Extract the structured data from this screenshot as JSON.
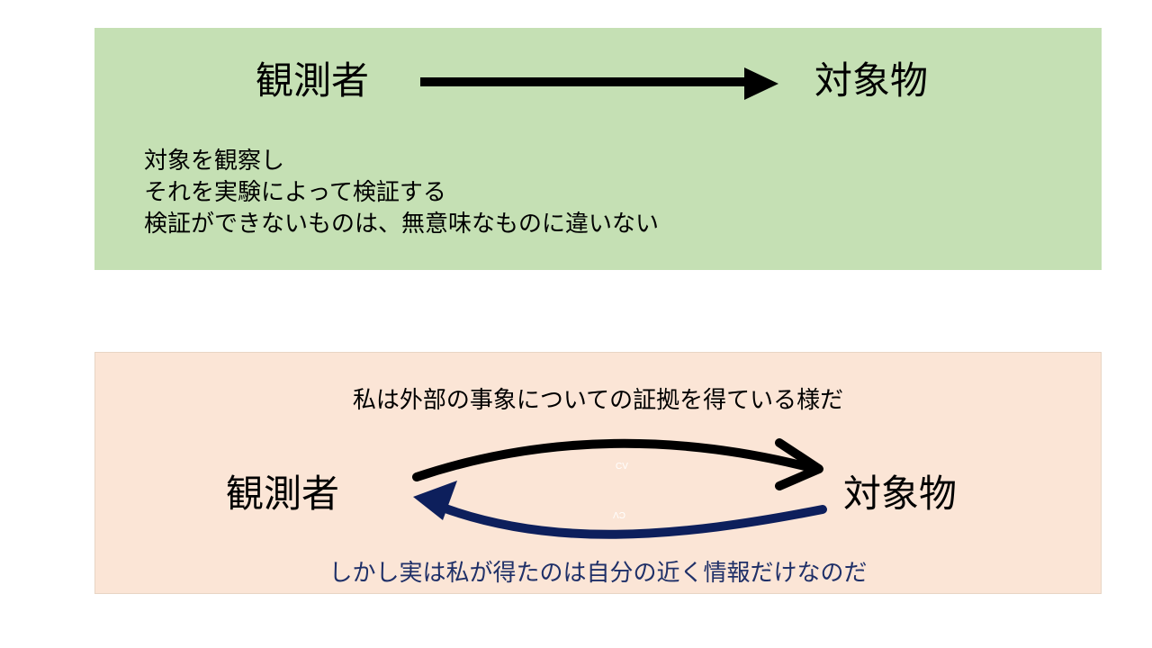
{
  "top_panel": {
    "observer": "観測者",
    "object": "対象物",
    "lines": [
      "対象を観察し",
      "それを実験によって検証する",
      "検証ができないものは、無意味なものに違いない"
    ]
  },
  "bottom_panel": {
    "caption_top": "私は外部の事象についての証拠を得ている様だ",
    "observer": "観測者",
    "object": "対象物",
    "arrow_label_forward": "CV",
    "arrow_label_back": "CV",
    "caption_bottom": "しかし実は私が得たのは自分の近く情報だけなのだ"
  },
  "colors": {
    "top_panel_bg": "#c5e0b4",
    "bottom_panel_bg": "#fbe5d6",
    "back_arrow": "#0d1f5c",
    "bottom_caption": "#1f3068"
  }
}
